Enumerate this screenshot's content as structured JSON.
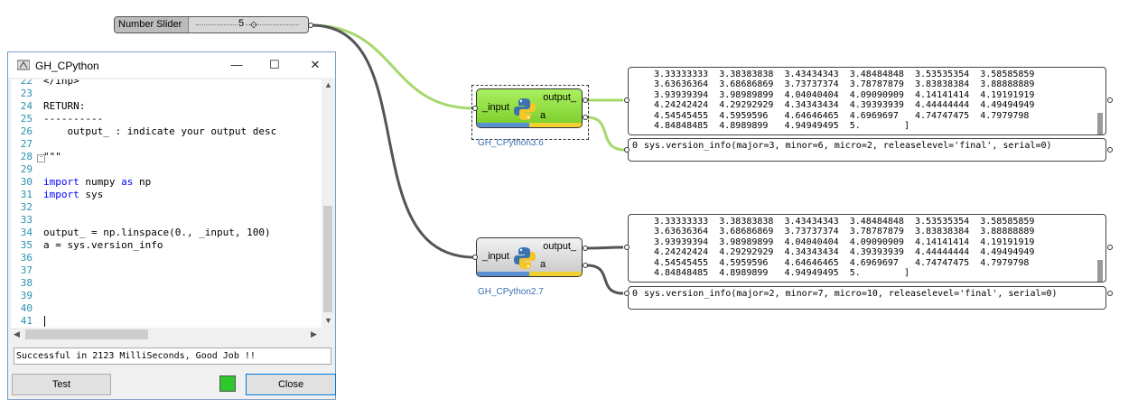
{
  "slider": {
    "label": "Number Slider",
    "value": "5"
  },
  "window": {
    "title": "GH_CPython",
    "controls": {
      "minimize": "—",
      "maximize": "☐",
      "close": "✕"
    },
    "lines": [
      {
        "num": "22",
        "text": "</inp>"
      },
      {
        "num": "23",
        "text": ""
      },
      {
        "num": "24",
        "text": "RETURN:"
      },
      {
        "num": "25",
        "text": "----------"
      },
      {
        "num": "26",
        "text": "    output_ : indicate your output desc"
      },
      {
        "num": "27",
        "text": ""
      },
      {
        "num": "28",
        "text": "\"\"\""
      },
      {
        "num": "29",
        "text": ""
      },
      {
        "num": "30",
        "kw1": "import",
        "rest1": " numpy ",
        "kw2": "as",
        "rest2": " np"
      },
      {
        "num": "31",
        "kw1": "import",
        "rest1": " sys",
        "kw2": "",
        "rest2": ""
      },
      {
        "num": "32",
        "text": ""
      },
      {
        "num": "33",
        "text": ""
      },
      {
        "num": "34",
        "text": "output_ = np.linspace(0., _input, 100)"
      },
      {
        "num": "35",
        "text": "a = sys.version_info"
      },
      {
        "num": "36",
        "text": ""
      },
      {
        "num": "37",
        "text": ""
      },
      {
        "num": "38",
        "text": ""
      },
      {
        "num": "39",
        "text": ""
      },
      {
        "num": "40",
        "text": ""
      },
      {
        "num": "41",
        "text": ""
      }
    ],
    "status": "Successful in 2123 MilliSeconds, Good Job !!",
    "test_label": "Test",
    "close_label": "Close",
    "status_color": "#2ec72e"
  },
  "components": [
    {
      "input": "_input",
      "output1": "output_",
      "output2": "a",
      "name": "GH_CPython3.6"
    },
    {
      "input": "_input",
      "output1": "output_",
      "output2": "a",
      "name": "GH_CPython2.7"
    }
  ],
  "panels": {
    "linspace_rows": [
      "3.33333333  3.38383838  3.43434343  3.48484848  3.53535354  3.58585859",
      "3.63636364  3.68686869  3.73737374  3.78787879  3.83838384  3.88888889",
      "3.93939394  3.98989899  4.04040404  4.09090909  4.14141414  4.19191919",
      "4.24242424  4.29292929  4.34343434  4.39393939  4.44444444  4.49494949",
      "4.54545455  4.5959596   4.64646465  4.6969697   4.74747475  4.7979798",
      "4.84848485  4.8989899   4.94949495  5.        ]"
    ],
    "version_py3": "sys.version_info(major=3, minor=6, micro=2, releaselevel='final', serial=0)",
    "version_py2": "sys.version_info(major=2, minor=7, micro=10, releaselevel='final', serial=0)",
    "index": "0"
  },
  "colors": {
    "green_component": "#8ed63c",
    "wire_green": "#a6d86a",
    "wire_grey": "#555555",
    "python_blue": "#3b73b0",
    "python_yellow": "#f5c629"
  }
}
